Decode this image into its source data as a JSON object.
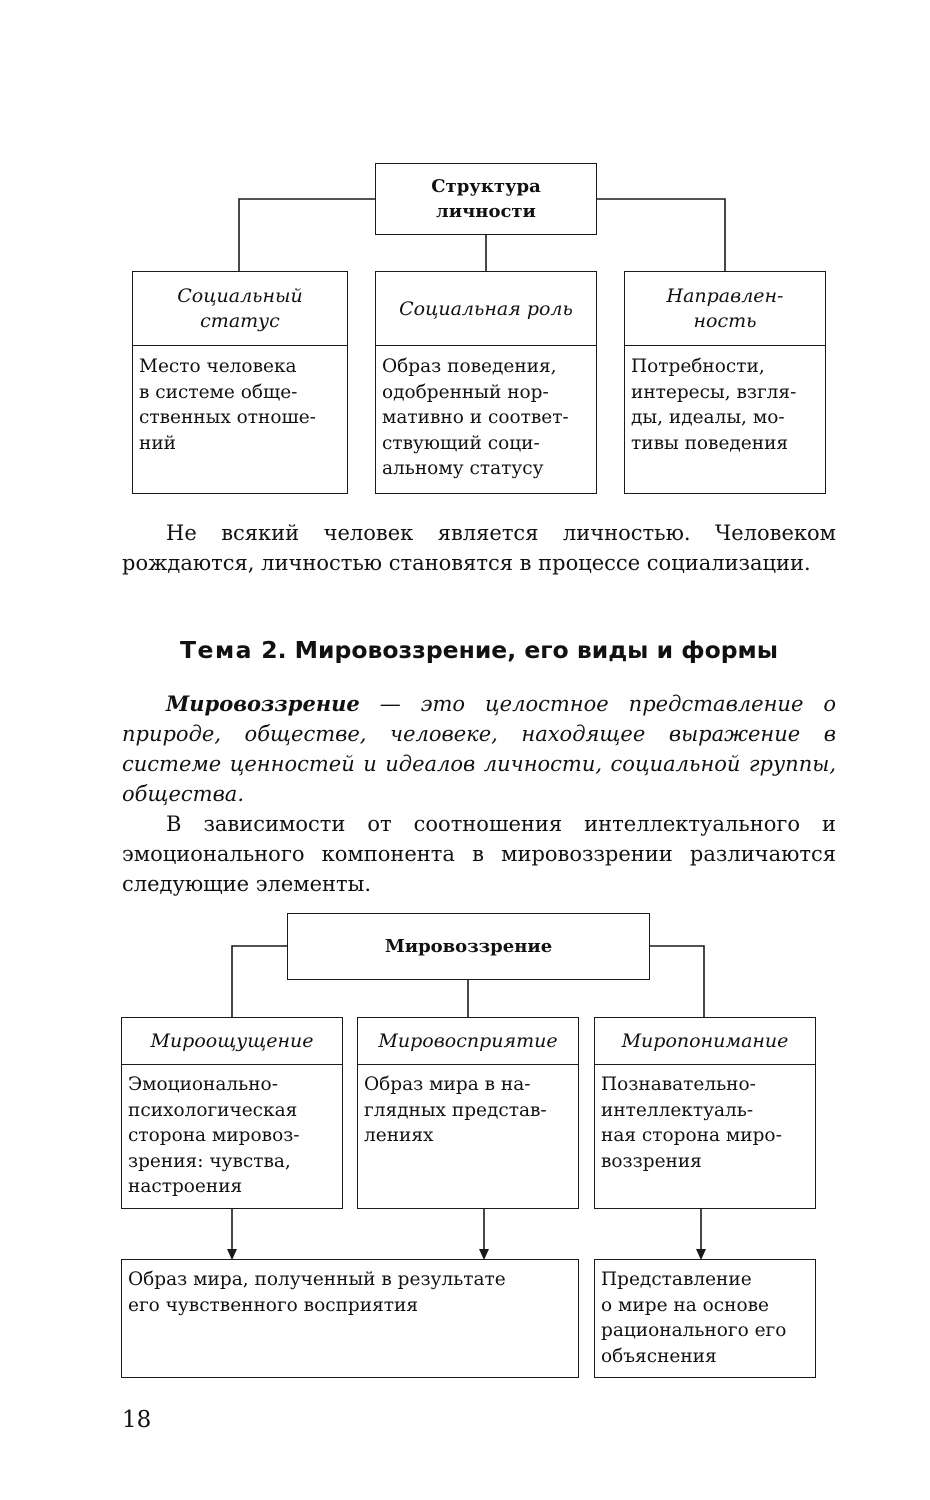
{
  "diagram1": {
    "root": "Структура\nличности",
    "columns": [
      {
        "head": "Социальный\nстатус",
        "body": "Место человека\nв системе обще-\nственных отноше-\nний"
      },
      {
        "head": "Социальная роль",
        "body": "Образ поведения,\nодобренный нор-\nмативно и соответ-\nствующий соци-\nальному статусу"
      },
      {
        "head": "Направлен-\nность",
        "body": "Потребности,\nинтересы, взгля-\nды, идеалы, мо-\nтивы поведения"
      }
    ]
  },
  "para1": "Не всякий человек является личностью. Человеком рождаются, личностью становятся в процессе социализации.",
  "topic": {
    "label": "Тема",
    "title": " 2. Мировоззрение, его виды и формы"
  },
  "definition": {
    "term": "Мировоззрение",
    "text": " — это целостное представление о природе, обществе, человеке, находящее выражение в системе ценностей и идеалов личности, социальной группы, общества."
  },
  "para2": "В зависимости от соотношения интеллектуального и эмоционального компонента в мировоззрении различаются следующие элементы.",
  "diagram2": {
    "root": "Мировоззрение",
    "columns": [
      {
        "head": "Мироощущение",
        "body": "Эмоционально-\nпсихологическая\nсторона мировоз-\nзрения: чувства,\nнастроения"
      },
      {
        "head": "Мировосприятие",
        "body": "Образ мира в на-\nглядных представ-\nлениях"
      },
      {
        "head": "Миропонимание",
        "body": "Познавательно-\nинтеллектуаль-\nная сторона миро-\nвоззрения"
      }
    ],
    "bottom": [
      {
        "text": "Образ мира, полученный в результате\nего чувственного восприятия"
      },
      {
        "text": "Представление\nо мире на основе\nрационального его\nобъяснения"
      }
    ]
  },
  "page_number": "18"
}
